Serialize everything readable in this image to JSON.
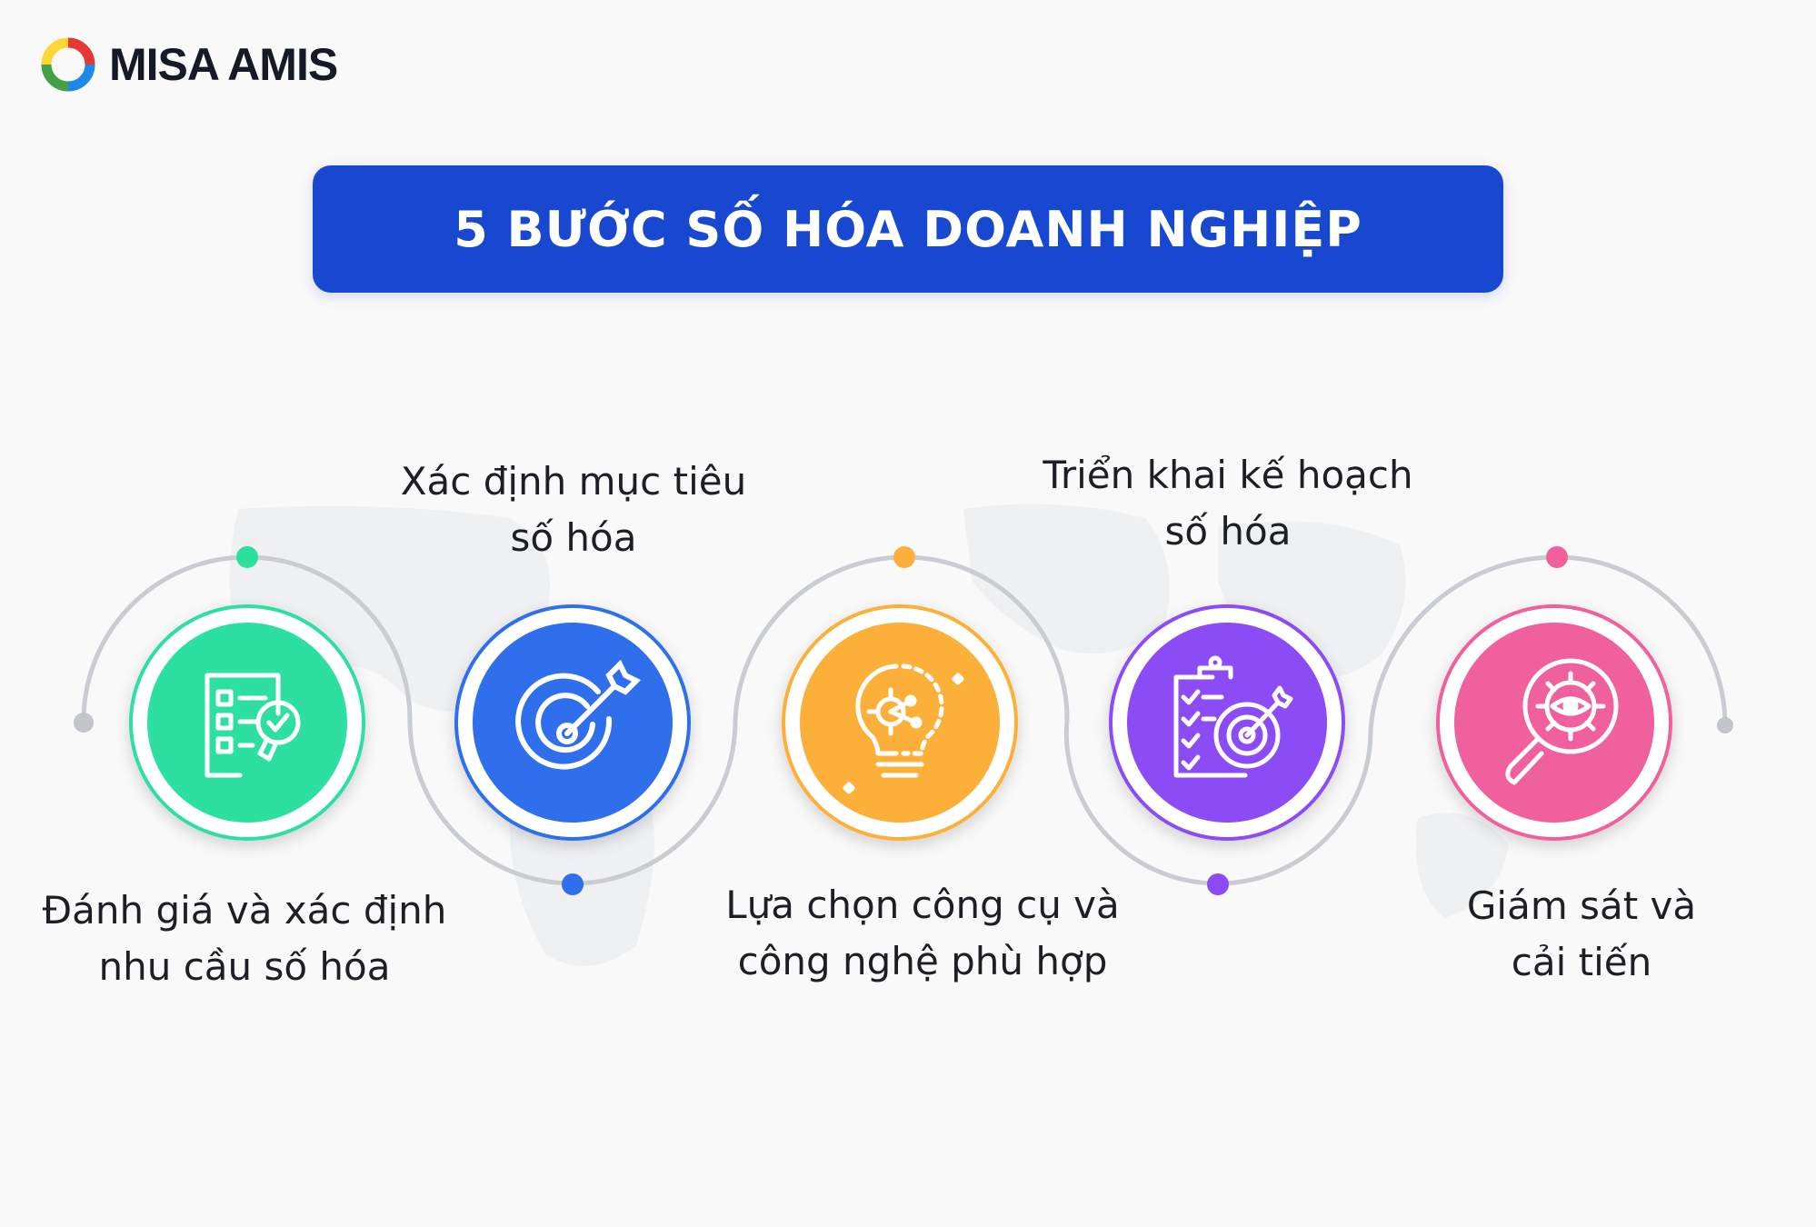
{
  "brand": {
    "name": "MISA AMIS",
    "logo_colors": [
      "#e53935",
      "#1e88e5",
      "#43a047",
      "#fdd835"
    ]
  },
  "title": "5 BƯỚC SỐ HÓA DOANH NGHIỆP",
  "accent_color": "#1748cf",
  "steps": [
    {
      "lines": [
        "Đánh giá và xác định",
        "nhu cầu số hóa"
      ],
      "icon": "checklist-magnifier-icon",
      "color": "#2ee0a0",
      "label_position": "below"
    },
    {
      "lines": [
        "Xác định mục tiêu",
        "số hóa"
      ],
      "icon": "target-arrow-icon",
      "color": "#2f6fec",
      "label_position": "above"
    },
    {
      "lines": [
        "Lựa chọn công cụ và",
        "công nghệ phù hợp"
      ],
      "icon": "lightbulb-gear-icon",
      "color": "#fdb039",
      "label_position": "below"
    },
    {
      "lines": [
        "Triển khai kế hoạch",
        "số hóa"
      ],
      "icon": "clipboard-target-icon",
      "color": "#8b4bf5",
      "label_position": "above"
    },
    {
      "lines": [
        "Giám sát và",
        "cải tiến"
      ],
      "icon": "magnifier-gear-eye-icon",
      "color": "#f0609c",
      "label_position": "below"
    }
  ]
}
